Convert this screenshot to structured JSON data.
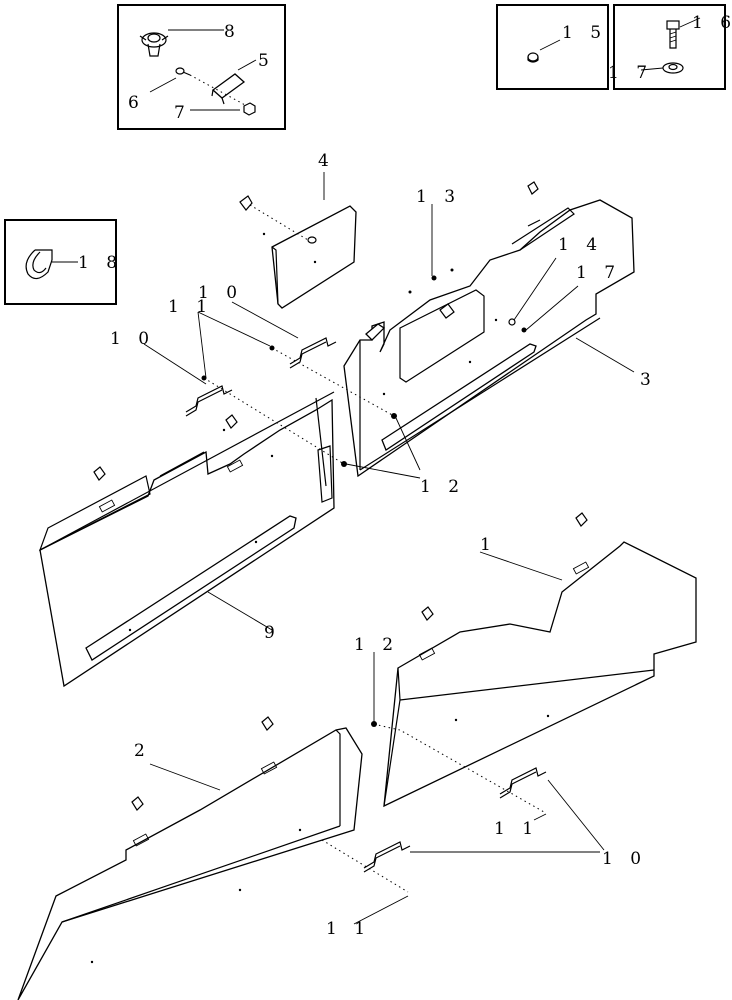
{
  "labels": {
    "p1": "1",
    "p2": "2",
    "p3": "3",
    "p4": "4",
    "p5": "5",
    "p6": "6",
    "p7": "7",
    "p8": "8",
    "p9": "9",
    "p10a": "1 0",
    "p10b": "1 0",
    "p10c": "1 0",
    "p11a": "1 1",
    "p11b": "1 1",
    "p11c": "1 1",
    "p12a": "1 2",
    "p12b": "1 2",
    "p13": "1 3",
    "p14": "1 4",
    "p15": "1 5",
    "p16": "1 6",
    "p17a": "1 7",
    "p17b": "1 7",
    "p18": "1 8"
  }
}
